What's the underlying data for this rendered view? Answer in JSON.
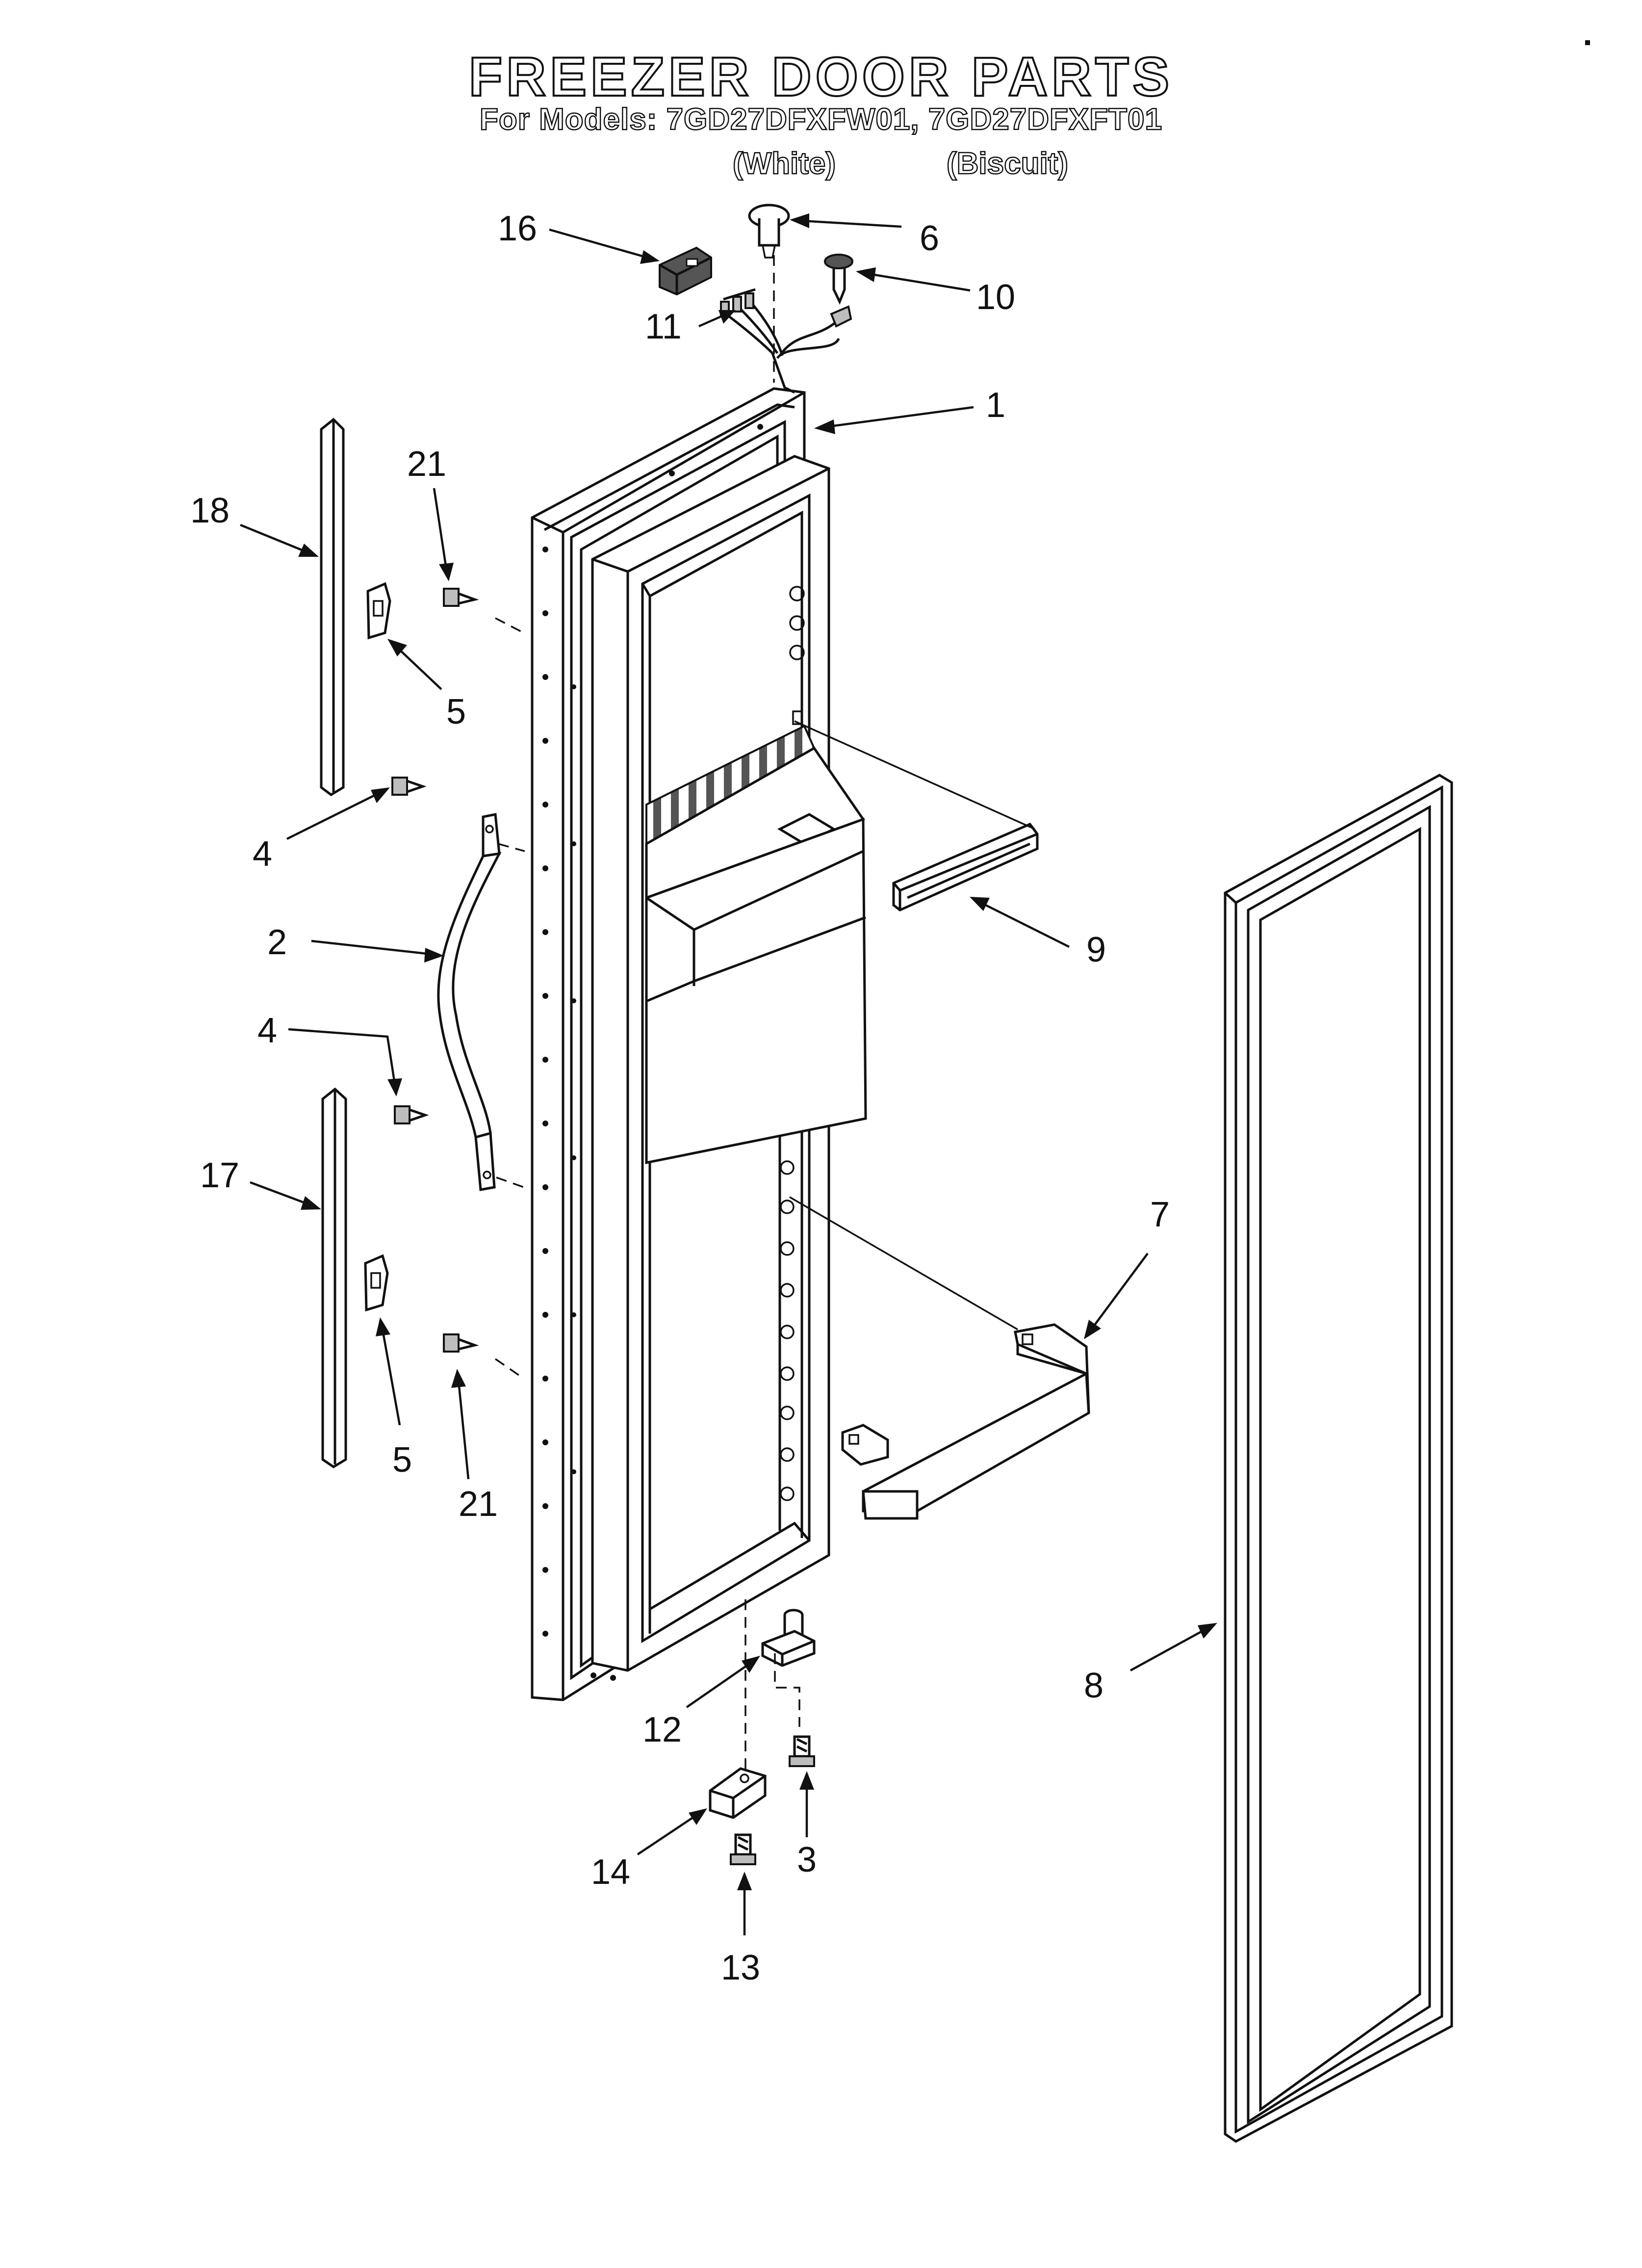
{
  "header": {
    "title": "FREEZER DOOR PARTS",
    "models_line": "For Models: 7GD27DFXFW01, 7GD27DFXFT01",
    "variant_white": "(White)",
    "variant_biscuit": "(Biscuit)"
  },
  "callouts": {
    "c1": "1",
    "c2": "2",
    "c3": "3",
    "c4a": "4",
    "c4b": "4",
    "c5a": "5",
    "c5b": "5",
    "c6": "6",
    "c7": "7",
    "c8": "8",
    "c9": "9",
    "c10": "10",
    "c11": "11",
    "c12": "12",
    "c13": "13",
    "c14": "14",
    "c16": "16",
    "c17": "17",
    "c18": "18",
    "c21a": "21",
    "c21b": "21"
  },
  "icons": {
    "parts": [
      "door-panel",
      "handle",
      "trim-strip",
      "clip",
      "screw",
      "plug",
      "wire-harness",
      "dispenser-shelf",
      "gasket",
      "hinge",
      "bracket"
    ]
  }
}
